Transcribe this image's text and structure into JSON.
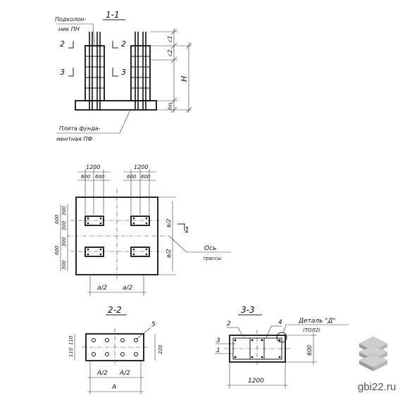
{
  "section_1_1": {
    "title": "1-1",
    "label_column_line1": "Подколон-",
    "label_column_line2": "ник ПН",
    "label_plate_line1": "Плита фунда-",
    "label_plate_line2": "ментная ПФ",
    "cut_2": "2",
    "cut_3": "3",
    "dim_c1": "c1",
    "dim_c2": "c2",
    "dim_H": "H",
    "dim_hn": "hn"
  },
  "plan": {
    "dim_1200_left": "1200",
    "dim_1200_right": "1200",
    "dim_600": "600",
    "dim_300": "300",
    "dim_b2": "в/2",
    "dim_a2": "а/2",
    "cut_1": "1",
    "axis_label_line1": "Ось",
    "axis_label_line2": "трассы"
  },
  "section_2_2": {
    "title": "2-2",
    "callout_5": "5",
    "dim_110": "110",
    "dim_220": "220",
    "dim_A2": "А/2",
    "dim_A": "А"
  },
  "section_3_3": {
    "title": "3-3",
    "callout_1": "1",
    "callout_2": "2",
    "callout_3": "3",
    "callout_4": "4",
    "detail_label": "Деталь \"Д\"",
    "detail_ref": "(ТОЛ2)",
    "dim_600": "600",
    "dim_1200": "1200"
  },
  "watermark": {
    "text": "gbi22.ru",
    "logo": "stacked-slabs-logo"
  }
}
